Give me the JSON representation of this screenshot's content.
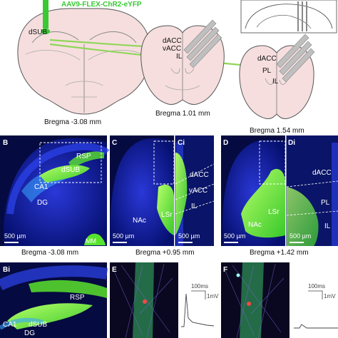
{
  "panel_a": {
    "virus_label": "AAV9-FLEX-ChR2-eYFP",
    "section1": {
      "region": "dSUB",
      "bregma": "Bregma -3.08 mm"
    },
    "section2": {
      "regions": [
        "dACC",
        "vACC",
        "IL"
      ],
      "bregma": "Bregma 1.01 mm"
    },
    "section3": {
      "regions": [
        "dACC",
        "PL",
        "IL"
      ],
      "bregma": "Bregma 1.54 mm"
    }
  },
  "panel_b": {
    "letter": "B",
    "regions": [
      "RSP",
      "dSUB",
      "CA1",
      "DG",
      "MM"
    ],
    "scale": "500 µm",
    "bregma": "Bregma -3.08 mm"
  },
  "panel_c": {
    "letter": "C",
    "regions": [
      "NAc",
      "LSr"
    ],
    "scale": "500 µm",
    "bregma": "Bregma +0.95 mm"
  },
  "panel_ci": {
    "letter": "Ci",
    "regions": [
      "dACC",
      "vACC",
      "IL"
    ],
    "scale": "500 µm"
  },
  "panel_d": {
    "letter": "D",
    "regions": [
      "NAc",
      "LSr"
    ],
    "scale": "500 µm",
    "bregma": "Bregma +1.42 mm"
  },
  "panel_di": {
    "letter": "Di",
    "regions": [
      "dACC",
      "PL",
      "IL"
    ],
    "scale": "500 µm"
  },
  "panel_bi": {
    "letter": "Bi",
    "regions": [
      "RSP",
      "CA1",
      "dSUB",
      "DG"
    ]
  },
  "panel_e": {
    "letter": "E",
    "time_scale": "100ms",
    "volt_scale": "1mV"
  },
  "panel_f": {
    "letter": "F",
    "time_scale": "100ms",
    "volt_scale": "1mV"
  },
  "colors": {
    "brain_fill": "#f6dede",
    "outline": "#555555",
    "arrow": "#8fd65a",
    "virus": "#39c934",
    "dapi": "#1020b0",
    "yfp": "#52e12a"
  }
}
